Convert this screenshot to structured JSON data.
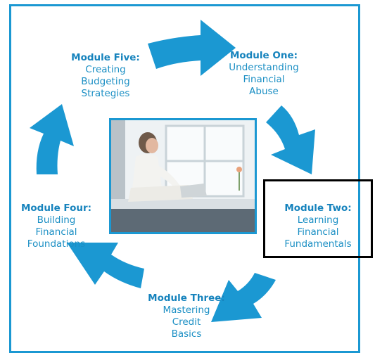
{
  "colors": {
    "arrow": "#1b98d2",
    "title": "#1683bd",
    "text": "#1b8fc4",
    "highlight": "#000000"
  },
  "modules": [
    {
      "title": "Module One:",
      "lines": [
        "Understanding",
        "Financial",
        "Abuse"
      ]
    },
    {
      "title": "Module Two:",
      "lines": [
        "Learning",
        "Financial",
        "Fundamentals"
      ]
    },
    {
      "title": "Module Three:",
      "lines": [
        "Mastering",
        "Credit",
        "Basics"
      ]
    },
    {
      "title": "Module Four:",
      "lines": [
        "Building",
        "Financial",
        "Foundations"
      ]
    },
    {
      "title": "Module Five:",
      "lines": [
        "Creating",
        "Budgeting",
        "Strategies"
      ]
    }
  ],
  "highlighted_module": "Module Two:",
  "photo": {
    "description": "woman-with-laptop-photo"
  }
}
